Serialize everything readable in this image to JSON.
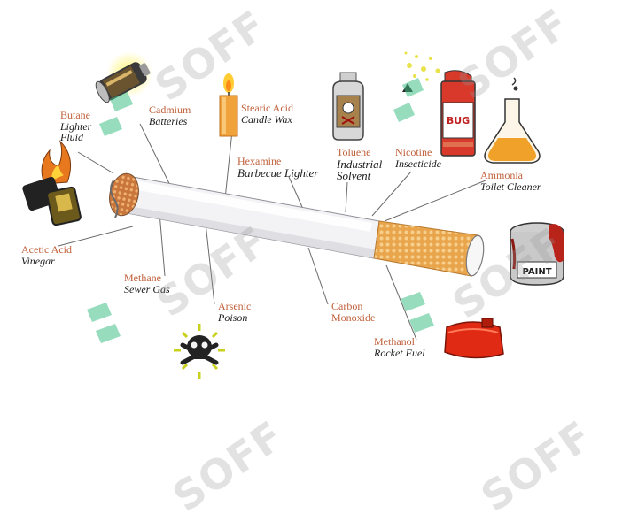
{
  "labels": [
    {
      "id": "butane",
      "chemical": "Butane",
      "use": "Lighter Fluid"
    },
    {
      "id": "cadmium",
      "chemical": "Cadmium",
      "use": "Batteries"
    },
    {
      "id": "stearic",
      "chemical": "Stearic Acid",
      "use": "Candle Wax"
    },
    {
      "id": "hexamine",
      "chemical": "Hexamine",
      "use": "Barbecue Lighter"
    },
    {
      "id": "toluene",
      "chemical": "Toluene",
      "use": "Industrial Solvent"
    },
    {
      "id": "nicotine",
      "chemical": "Nicotine",
      "use": "Insecticide"
    },
    {
      "id": "ammonia",
      "chemical": "Ammonia",
      "use": "Toilet Cleaner"
    },
    {
      "id": "acetic",
      "chemical": "Acetic Acid",
      "use": "Vinegar"
    },
    {
      "id": "methane",
      "chemical": "Methane",
      "use": "Sewer Gas"
    },
    {
      "id": "arsenic",
      "chemical": "Arsenic",
      "use": "Poison"
    },
    {
      "id": "carbon",
      "chemical": "Carbon Monoxide",
      "use": ""
    },
    {
      "id": "methanol",
      "chemical": "Methanol",
      "use": "Rocket Fuel"
    }
  ],
  "product_text": {
    "insecticide_can": "BUG",
    "paint_can": "PAINT"
  },
  "watermark": "SOFF",
  "colors": {
    "chemical_label": "#c0603a",
    "use_label": "#1a1a1a",
    "filter": "#e8a64a",
    "paper": "#f4f4f6",
    "watermark_logo": "#3fbf86"
  }
}
